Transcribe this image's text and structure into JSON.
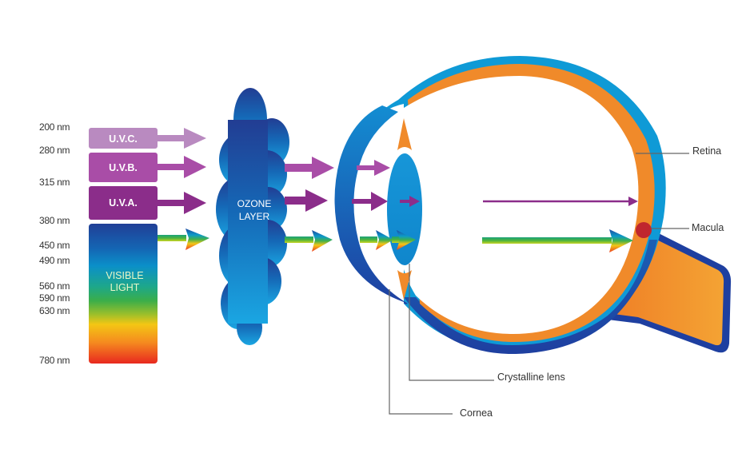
{
  "title": "UV and visible light passage through the ozone layer and the eye",
  "wavelengths": [
    "200 nm",
    "280 nm",
    "315 nm",
    "380 nm",
    "450 nm",
    "490 nm",
    "560 nm",
    "590 nm",
    "630 nm",
    "780 nm"
  ],
  "bands": [
    {
      "id": "uvc",
      "label": "U.V.C.",
      "color": "#b98ac0"
    },
    {
      "id": "uvb",
      "label": "U.V.B.",
      "color": "#a94da7"
    },
    {
      "id": "uva",
      "label": "U.V.A.",
      "color": "#8b2d8a"
    }
  ],
  "visible": {
    "line1": "VISIBLE",
    "line2": "LIGHT"
  },
  "ozone": {
    "line1": "OZONE",
    "line2": "LAYER"
  },
  "callouts": {
    "retina": "Retina",
    "macula": "Macula",
    "lens": "Crystalline lens",
    "cornea": "Cornea"
  },
  "colors": {
    "eye_outer": "#0f9ad6",
    "eye_dark": "#1e3fa0",
    "retina": "#f08a2a",
    "macula": "#c0262e",
    "lens": "#1590d4"
  }
}
